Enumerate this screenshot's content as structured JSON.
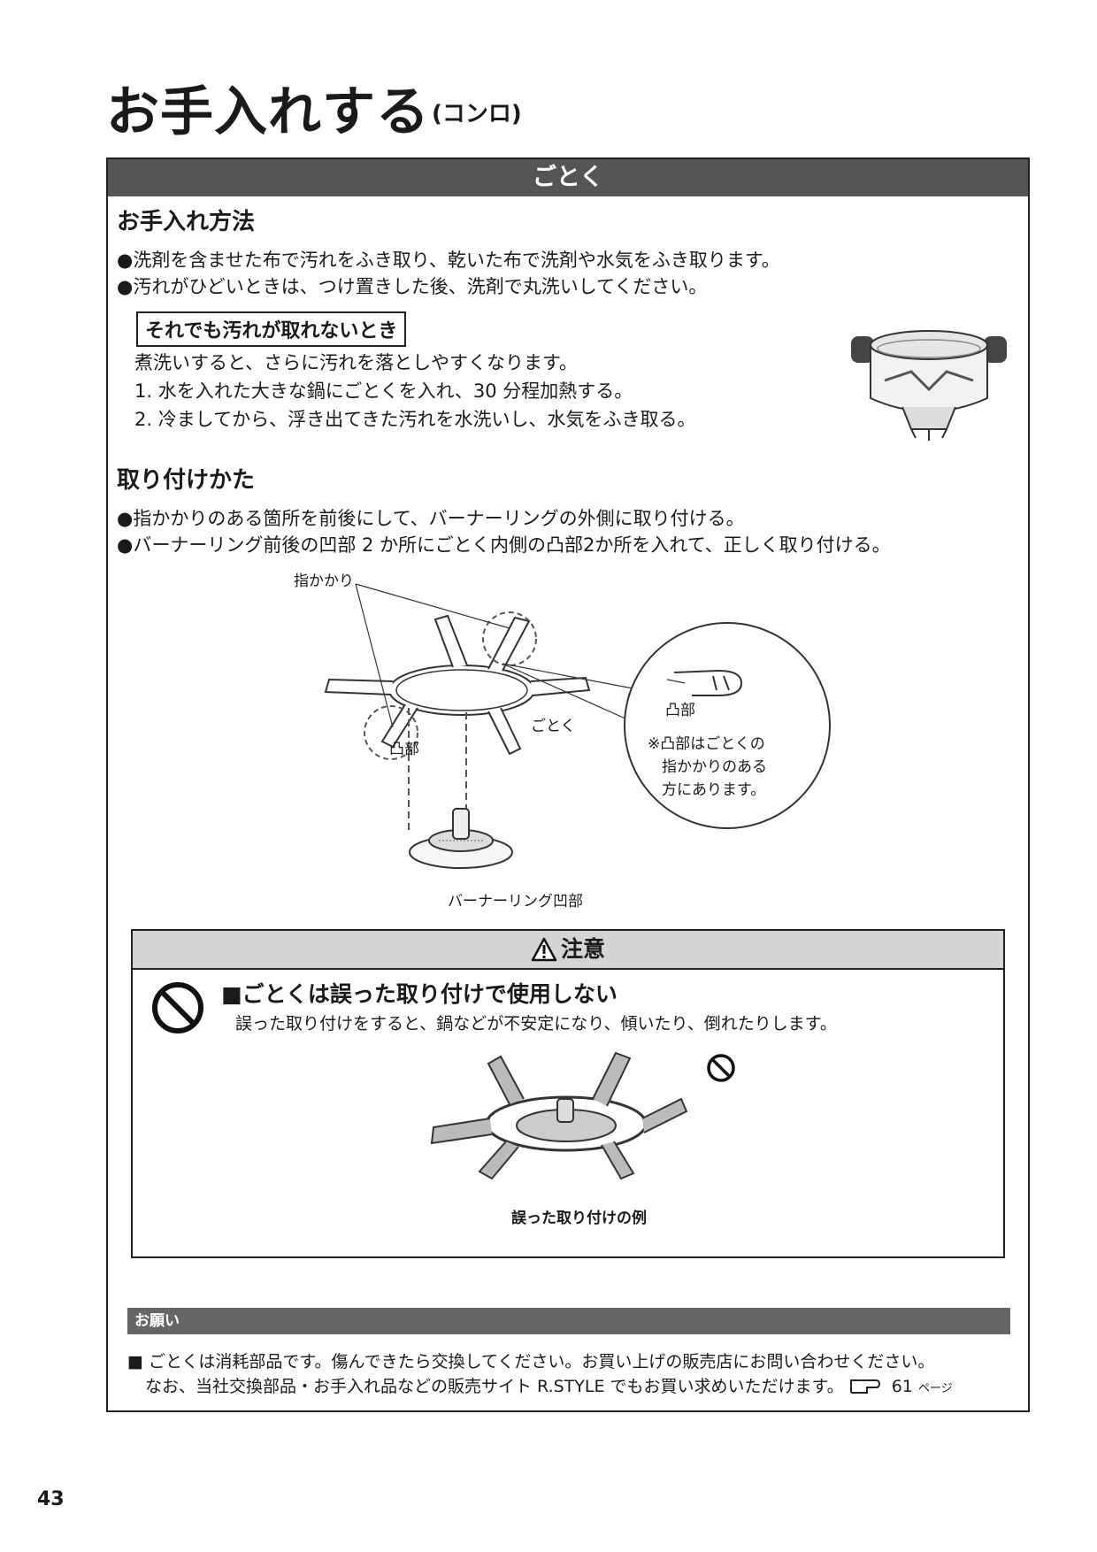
{
  "header": {
    "title": "お手入れする",
    "subtitle": "(コンロ)"
  },
  "section": {
    "title": "ごとく",
    "care": {
      "heading": "お手入れ方法",
      "bullets": [
        "●洗剤を含ませた布で汚れをふき取り、乾いた布で洗剤や水気をふき取ります。",
        "●汚れがひどいときは、つけ置きした後、洗剤で丸洗いしてください。"
      ],
      "tough_title": "それでも汚れが取れないとき",
      "tough_lines": [
        "煮洗いすると、さらに汚れを落としやすくなります。",
        "1. 水を入れた大きな鍋にごとくを入れ、30 分程加熱する。",
        "2. 冷ましてから、浮き出てきた汚れを水洗いし、水気をふき取る。"
      ]
    },
    "install": {
      "heading": "取り付けかた",
      "bullets": [
        "●指かかりのある箇所を前後にして、バーナーリングの外側に取り付ける。",
        "●バーナーリング前後の凹部 2 か所にごとく内側の凸部2か所を入れて、正しく取り付ける。"
      ],
      "labels": {
        "finger_grip": "指かかり",
        "convex": "凸部",
        "gotoku": "ごとく",
        "ring_recess": "バーナーリング凹部",
        "zoom_convex": "凸部",
        "zoom_note_1": "※凸部はごとくの",
        "zoom_note_2": "指かかりのある",
        "zoom_note_3": "方にあります。"
      }
    },
    "caution": {
      "title": "注意",
      "rule": "■ごとくは誤った取り付けで使用しない",
      "desc": "誤った取り付けをすると、鍋などが不安定になり、傾いたり、倒れたりします。",
      "caption": "誤った取り付けの例"
    },
    "request": {
      "title": "お願い",
      "line1": "■ ごとくは消耗部品です。傷んできたら交換してください。お買い上げの販売店にお問い合わせください。",
      "line2": "なお、当社交換部品・お手入れ品などの販売サイト R.STYLE でもお買い求めいただけます。",
      "ref_page": "61",
      "ref_unit": "ページ"
    }
  },
  "footer": {
    "page_number": "43"
  },
  "icons": {
    "prohibited": "prohibited-icon",
    "warning": "warning-triangle-icon",
    "pointing_hand": "pointing-hand-icon"
  }
}
